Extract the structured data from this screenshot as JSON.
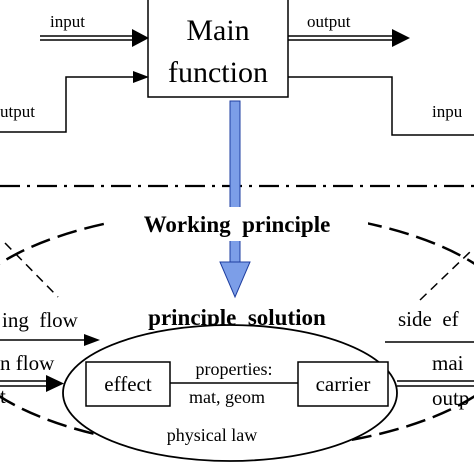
{
  "top": {
    "main_function_line1": "Main",
    "main_function_line2": "function",
    "input_left": "input",
    "output_right": "output",
    "output_left_cut": "utput",
    "input_right_cut": "inpu"
  },
  "lower": {
    "working_principle": "Working  principle",
    "principle_solution": "principle  solution",
    "flow_left_cut": "ing  flow",
    "side_effect_cut": "side  ef",
    "main_flow_cut": "n flow",
    "t_cut": "t",
    "main_right_cut": "mai",
    "output_right_cut": "outp",
    "effect": "effect",
    "carrier": "carrier",
    "properties": "properties:",
    "mat_geom": "mat, geom",
    "physical_law": "physical law"
  },
  "colors": {
    "arrow_blue": "#7c9ee8",
    "line": "#000000"
  }
}
